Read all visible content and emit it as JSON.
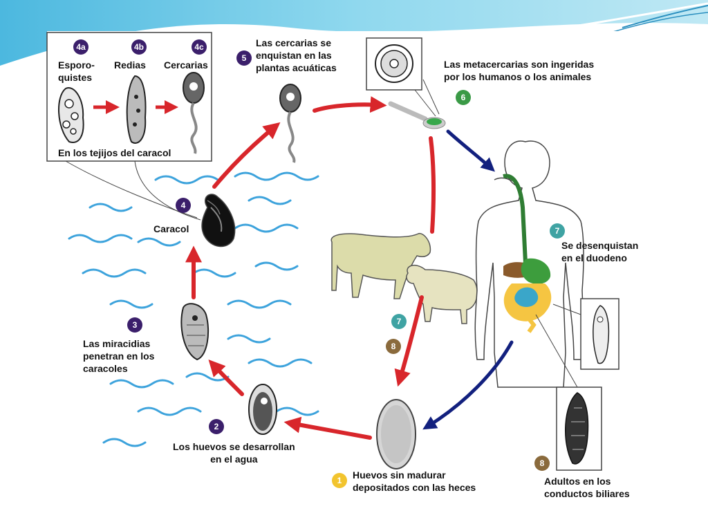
{
  "colors": {
    "purple_badge": "#3b1f6b",
    "green_badge": "#3a9a46",
    "teal_badge": "#3fa3a3",
    "brown_badge": "#8a6a3c",
    "yellow_badge": "#f2c42e",
    "red_arrow": "#d8262b",
    "blue_arrow": "#12207e",
    "water_wave": "#3da3dc",
    "slide_top_band": "#5cc4e6"
  },
  "inset": {
    "stage_4a": {
      "badge": "4a",
      "label": "Esporo-\nquistes"
    },
    "stage_4b": {
      "badge": "4b",
      "label": "Redias"
    },
    "stage_4c": {
      "badge": "4c",
      "label": "Cercarias"
    },
    "caption": "En los tejijos del caracol"
  },
  "steps": {
    "step1": {
      "badge": "1",
      "label": "Huevos sin madurar\ndepositados con las heces"
    },
    "step2": {
      "badge": "2",
      "label": "Los huevos se desarrollan\nen el agua"
    },
    "step3": {
      "badge": "3",
      "label": "Las miracidias\npenetran en los\ncaracoles"
    },
    "step4": {
      "badge": "4",
      "label": "Caracol"
    },
    "step5": {
      "badge": "5",
      "label": "Las cercarias se\nenquistan en las\nplantas acuáticas"
    },
    "step6": {
      "badge": "6",
      "label": "Las metacercarias son ingeridas\npor los humanos o los animales"
    },
    "step7_human": {
      "badge": "7",
      "label": "Se desenquistan\nen el duodeno"
    },
    "step7_animal": {
      "badge": "7"
    },
    "step8_animal": {
      "badge": "8"
    },
    "step8_human": {
      "badge": "8",
      "label": "Adultos en los\nconductos biliares"
    }
  },
  "icons": {
    "egg": "egg-icon",
    "snail": "snail-icon",
    "cow": "cow-icon",
    "sheep": "sheep-icon",
    "human": "human-body-icon",
    "spoon": "spoon-icon"
  }
}
